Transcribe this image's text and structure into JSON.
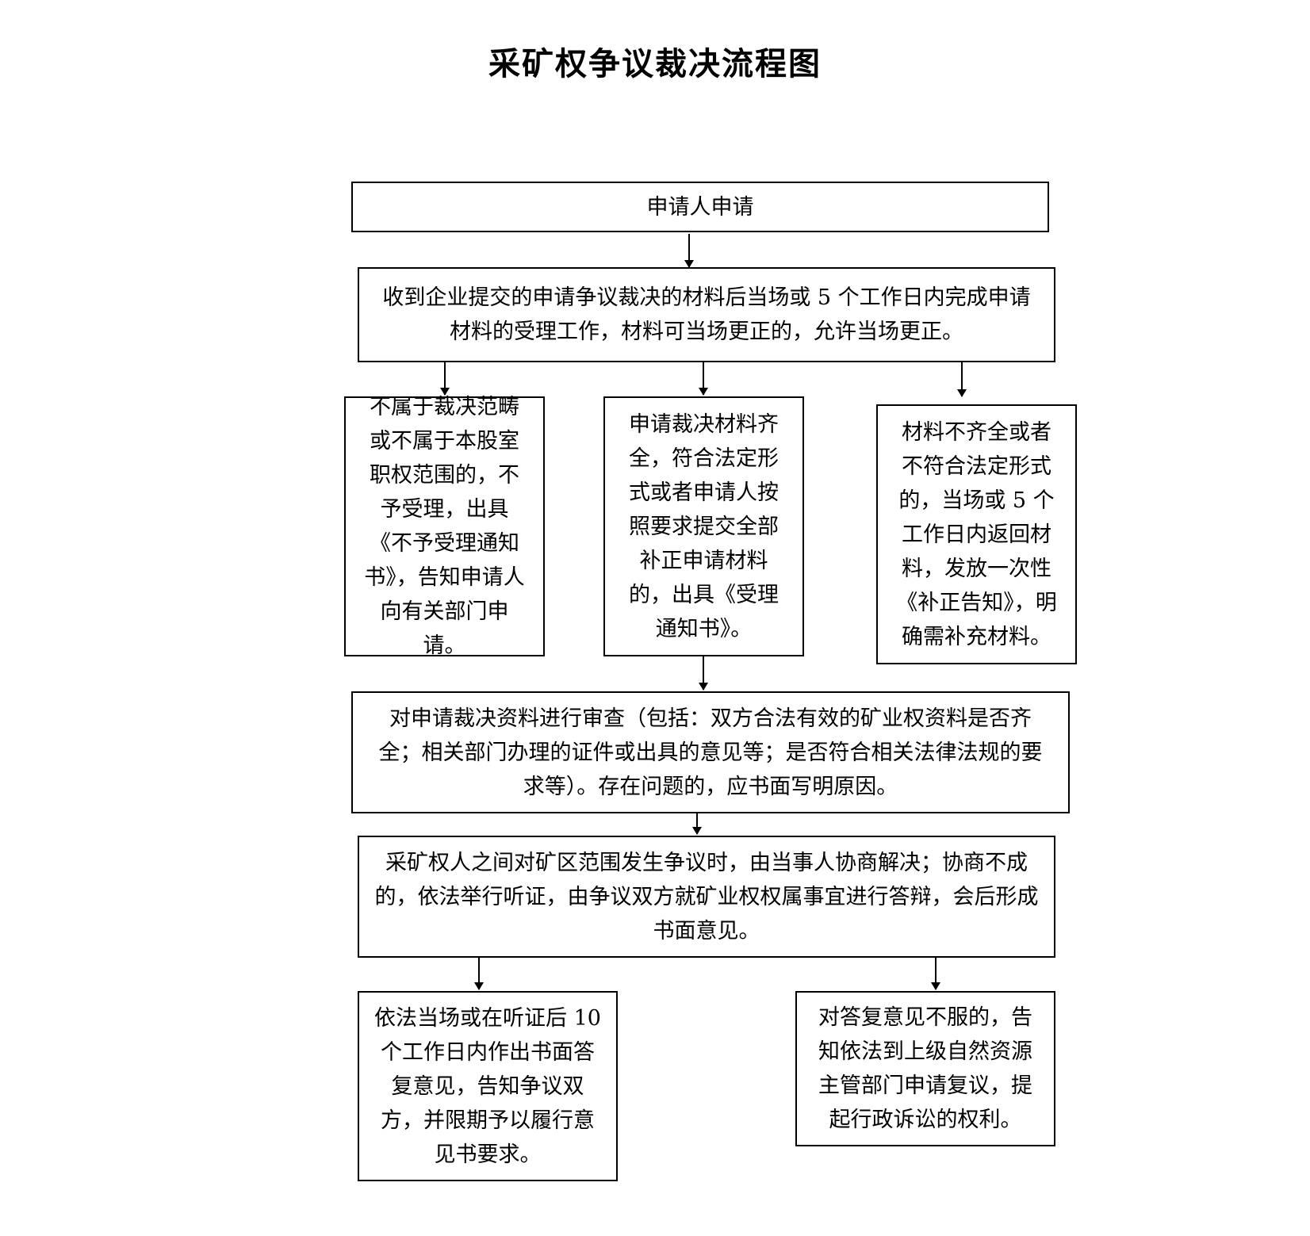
{
  "title": "采矿权争议裁决流程图",
  "nodes": {
    "apply": "申请人申请",
    "accept": "收到企业提交的申请争议裁决的材料后当场或 5 个工作日内完成申请材料的受理工作，材料可当场更正的，允许当场更正。",
    "reject": "不属于裁决范畴或不属于本股室职权范围的，不予受理，出具《不予受理通知书》，告知申请人向有关部门申请。",
    "complete": "申请裁决材料齐全，符合法定形式或者申请人按照要求提交全部补正申请材料的，出具《受理通知书》。",
    "incomplete": "材料不齐全或者不符合法定形式的，当场或 5 个工作日内返回材料，发放一次性《补正告知》，明确需补充材料。",
    "review": "对申请裁决资料进行审查（包括：双方合法有效的矿业权资料是否齐全；相关部门办理的证件或出具的意见等；是否符合相关法律法规的要求等）。存在问题的，应书面写明原因。",
    "negotiate": "采矿权人之间对矿区范围发生争议时，由当事人协商解决；协商不成的，依法举行听证，由争议双方就矿业权权属事宜进行答辩，会后形成书面意见。",
    "decision": "依法当场或在听证后 10 个工作日内作出书面答复意见，告知争议双方，并限期予以履行意见书要求。",
    "appeal": "对答复意见不服的，告知依法到上级自然资源主管部门申请复议，提起行政诉讼的权利。"
  }
}
